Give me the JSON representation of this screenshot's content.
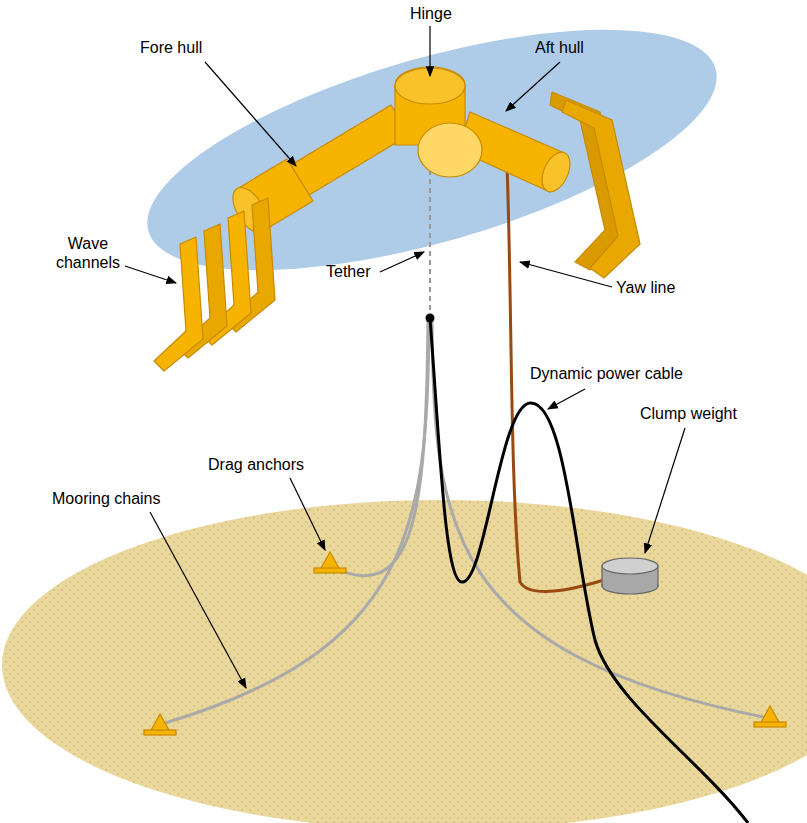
{
  "diagram": {
    "labels": [
      "Hinge",
      "Fore hull",
      "Aft hull",
      "Wave channels",
      "Tether",
      "Yaw line",
      "Dynamic power cable",
      "Clump weight",
      "Drag anchors",
      "Mooring chains"
    ]
  }
}
